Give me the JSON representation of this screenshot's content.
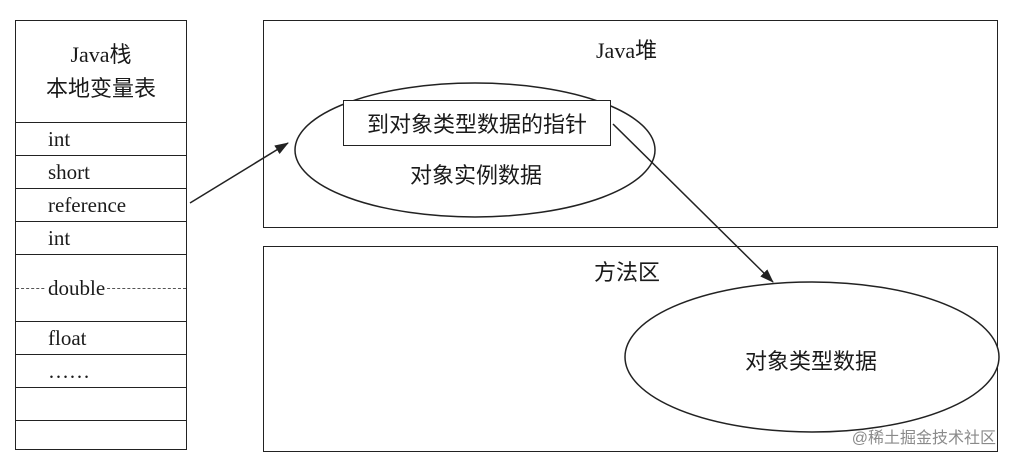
{
  "stack": {
    "title_line1": "Java栈",
    "title_line2": "本地变量表",
    "slots": [
      "int",
      "short",
      "reference",
      "int",
      "double",
      "float",
      "……",
      "",
      ""
    ]
  },
  "heap": {
    "title": "Java堆",
    "pointer_label": "到对象类型数据的指针",
    "instance_label": "对象实例数据"
  },
  "method_area": {
    "title": "方法区",
    "type_label": "对象类型数据"
  },
  "watermark": "@稀土掘金技术社区"
}
